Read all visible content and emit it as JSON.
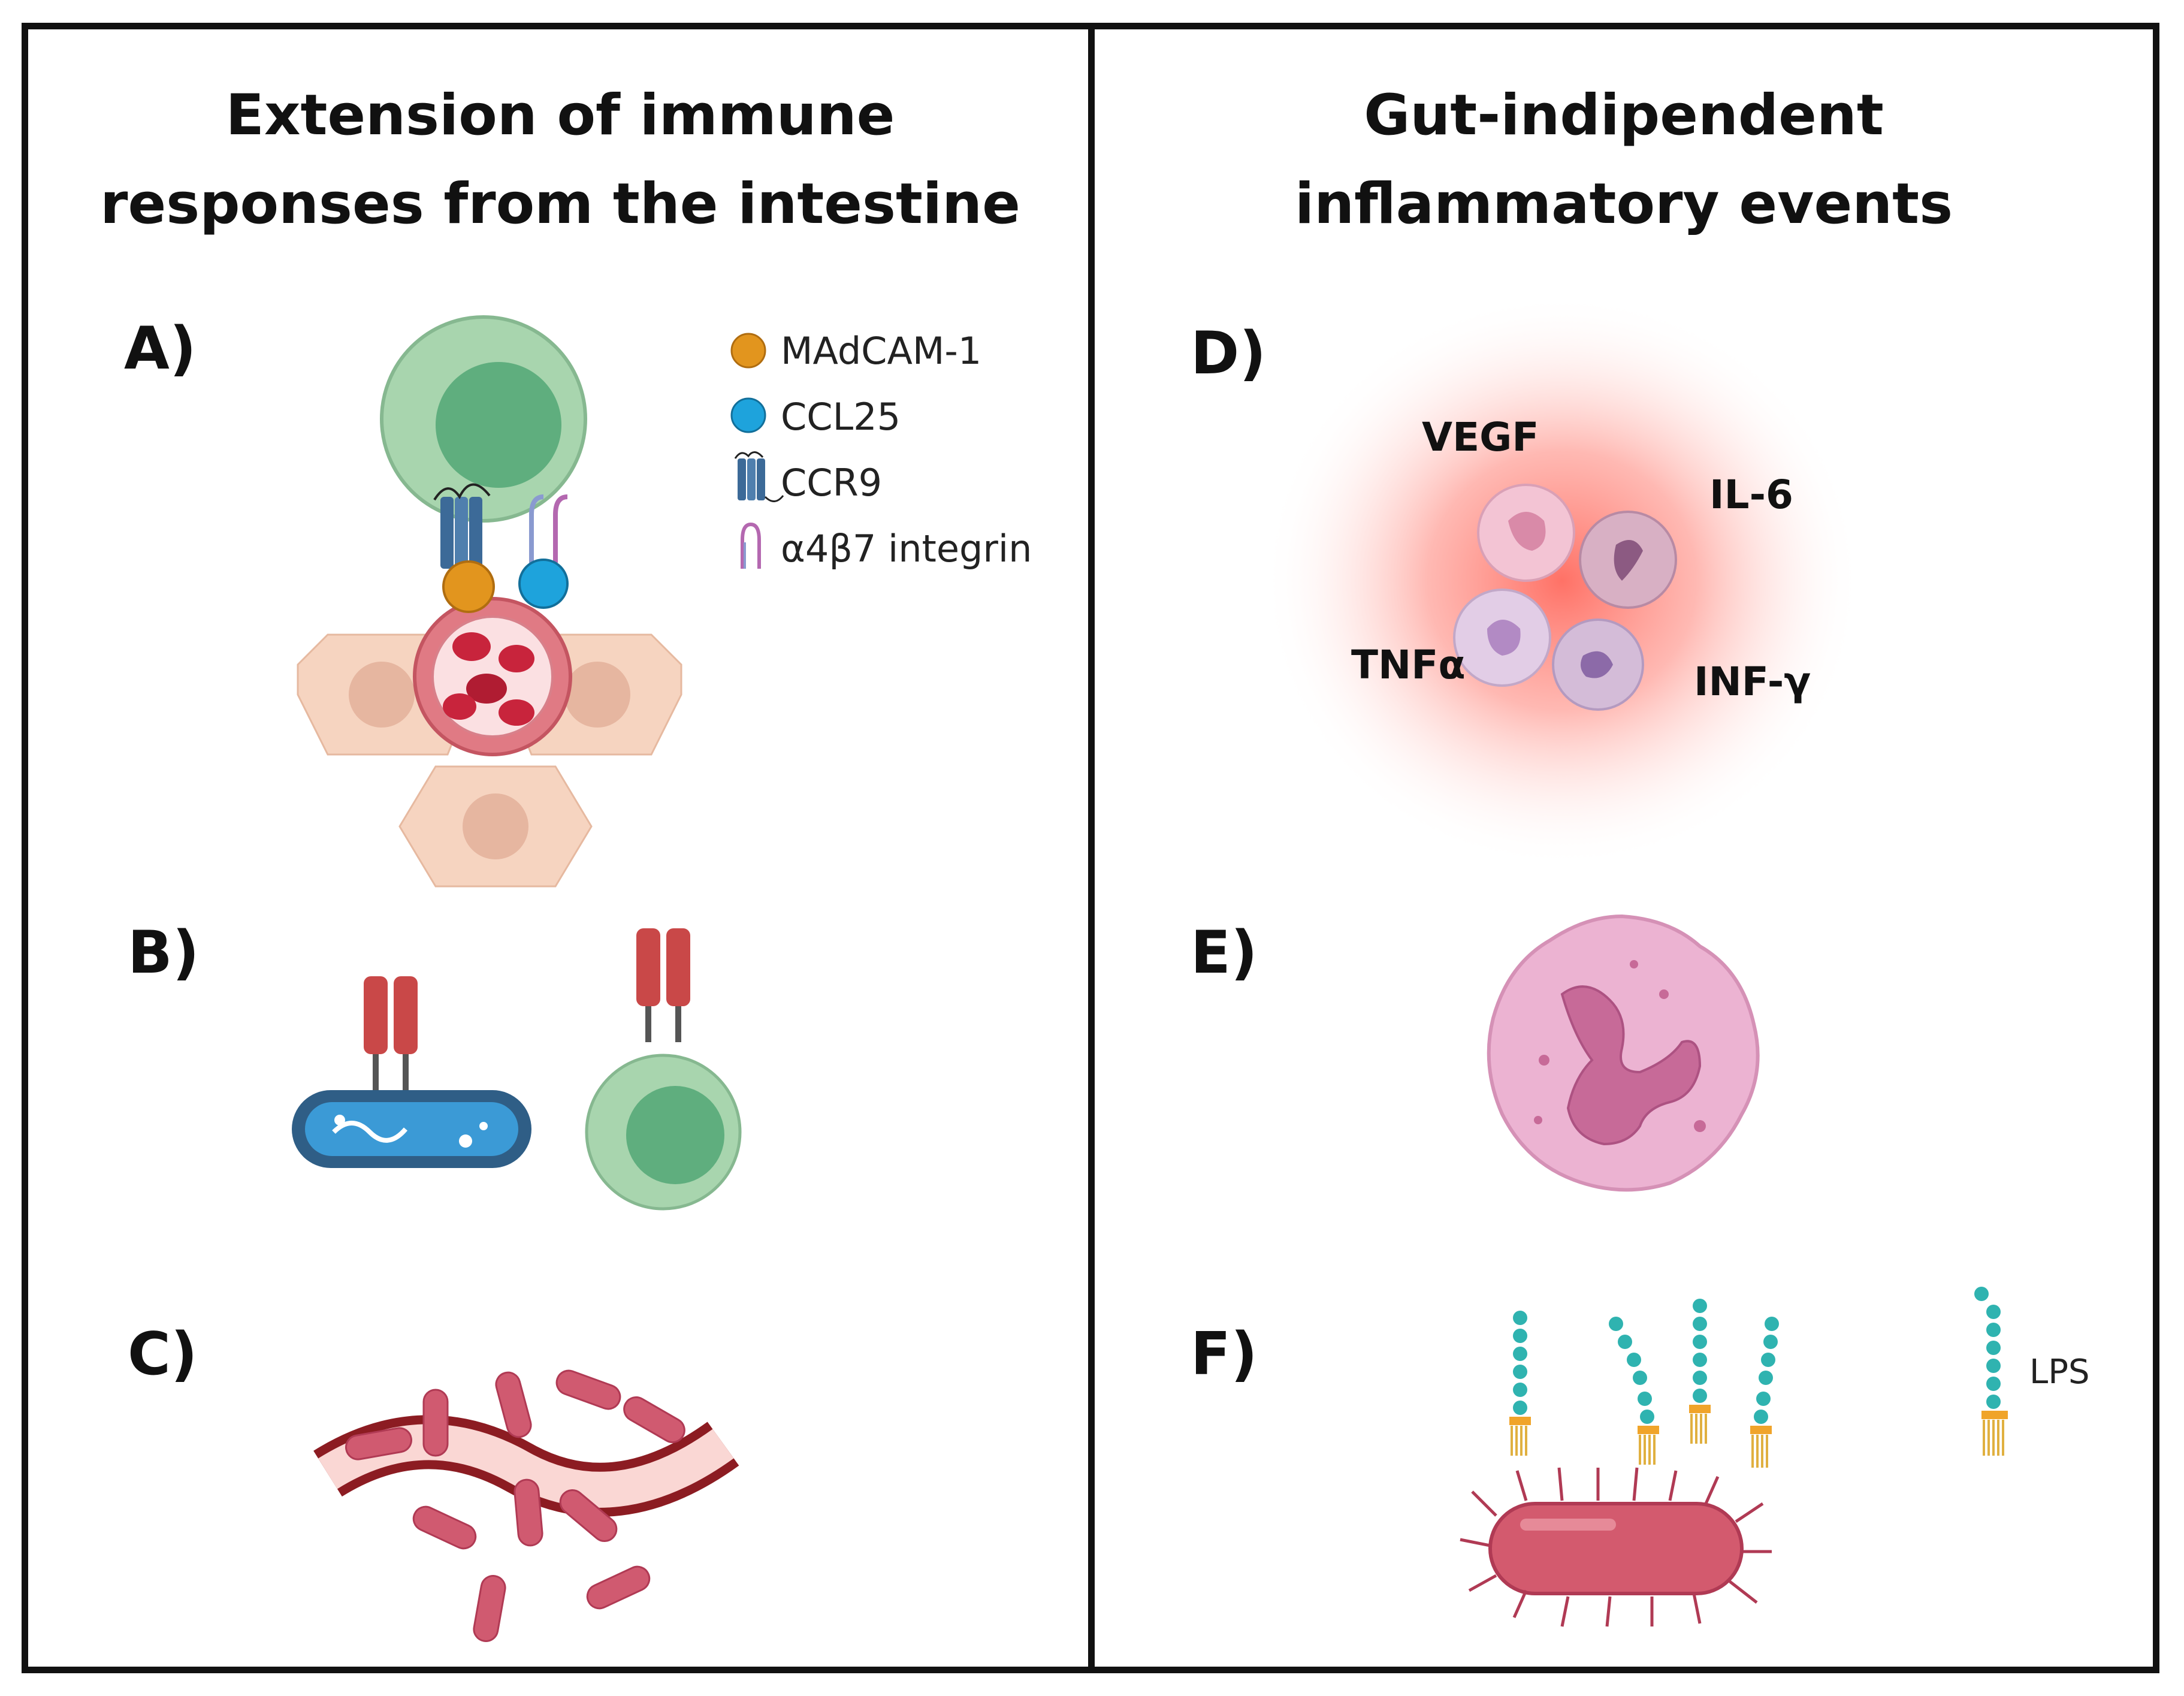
{
  "left_panel": {
    "title_line1": "Extension of immune",
    "title_line2": "responses from the intestine",
    "label_a": "A)",
    "label_b": "B)",
    "label_c": "C)",
    "legend": [
      {
        "label": "MAdCAM-1",
        "icon": "orange-circle-icon",
        "color": "#e2951e"
      },
      {
        "label": "CCL25",
        "icon": "blue-circle-icon",
        "color": "#1ea3dc"
      },
      {
        "label": "CCR9",
        "icon": "receptor-icon",
        "color": "#3c6a98"
      },
      {
        "label": "α4β7 integrin",
        "icon": "integrin-icon",
        "color": "#b468b0"
      }
    ]
  },
  "right_panel": {
    "title_line1": "Gut-indipendent",
    "title_line2": "inflammatory events",
    "label_d": "D)",
    "label_e": "E)",
    "label_f": "F)",
    "cytokines": {
      "vegf": "VEGF",
      "il6": "IL-6",
      "tnf": "TNFα",
      "inf": "INF-γ"
    },
    "lps_label": "LPS"
  },
  "colors": {
    "border": "#111111",
    "lymphocyte": "#a8d5ae",
    "nucleus": "#5fae7e",
    "hepatocyte": "#f6d4c0",
    "vessel": "#e07a84",
    "red_cell": "#c8243c",
    "antibody": "#c94848",
    "bacterium": "#d05a70",
    "inflammation_glow": "#ff6a5e",
    "neutrophil": "#ecb3d2"
  }
}
